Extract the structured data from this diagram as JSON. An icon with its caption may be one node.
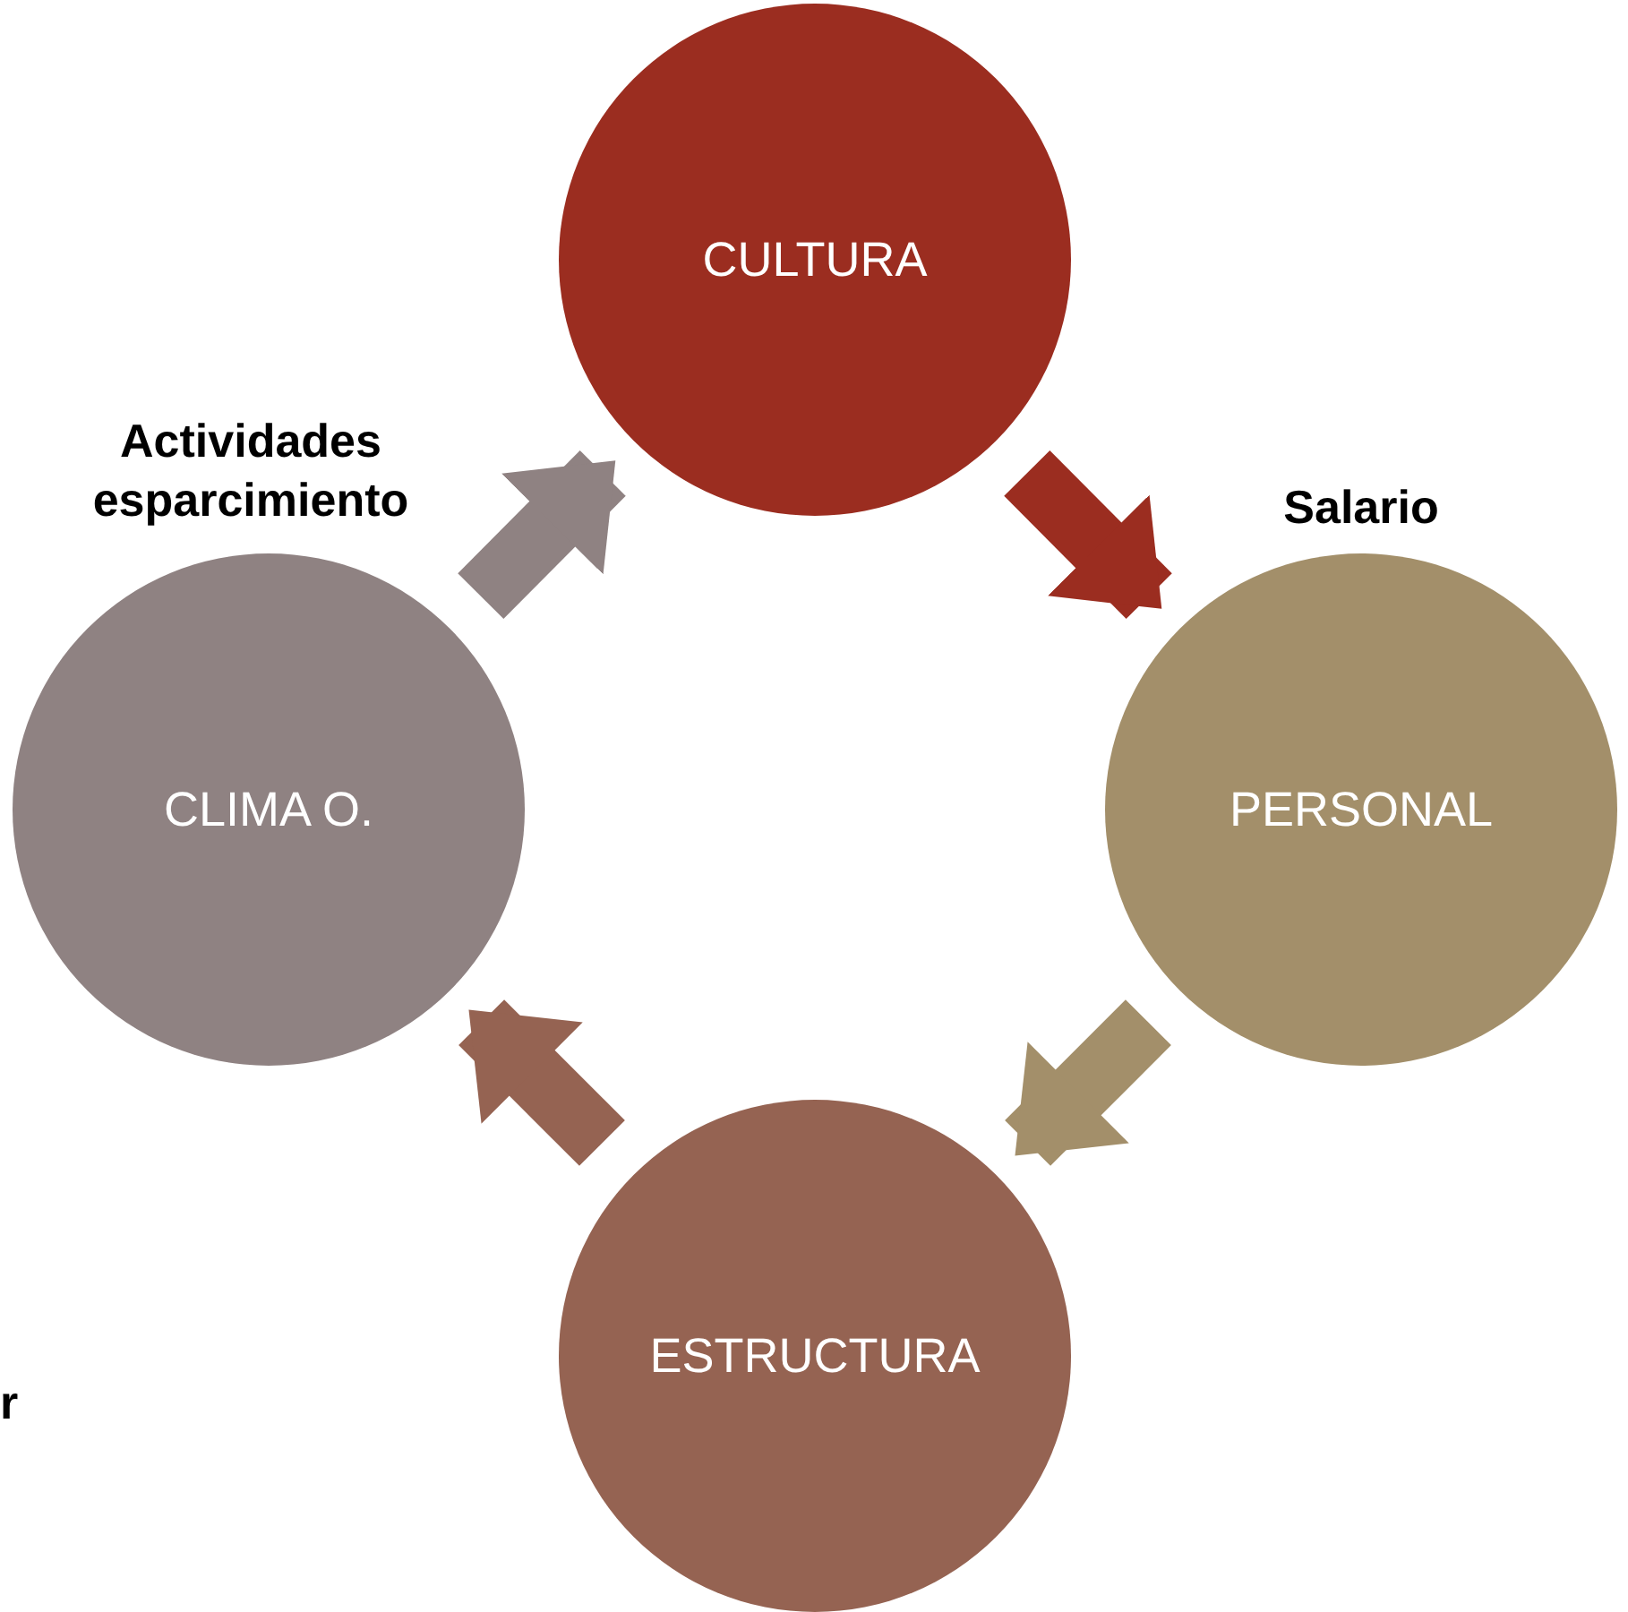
{
  "diagram": {
    "nodes": [
      {
        "text": [
          "CULTURA"
        ]
      },
      {
        "text": [
          "PERSONAL"
        ]
      },
      {
        "text": [
          "ESTRUCTURA"
        ]
      },
      {
        "text": [
          "CLIMA O."
        ]
      }
    ],
    "edges": [
      {
        "from": 0,
        "to": 1,
        "arrow": "to",
        "label": "Salario",
        "color": "#9b2d20"
      },
      {
        "from": 1,
        "to": 2,
        "arrow": "to",
        "color": "#a38f6a"
      },
      {
        "from": 2,
        "to": 3,
        "arrow": "to",
        "color": "#956352"
      },
      {
        "from": 3,
        "to": 0,
        "arrow": "to",
        "label": "Actividades esparcimiento",
        "color": "#8f8282"
      }
    ],
    "labels": [
      "r"
    ]
  }
}
